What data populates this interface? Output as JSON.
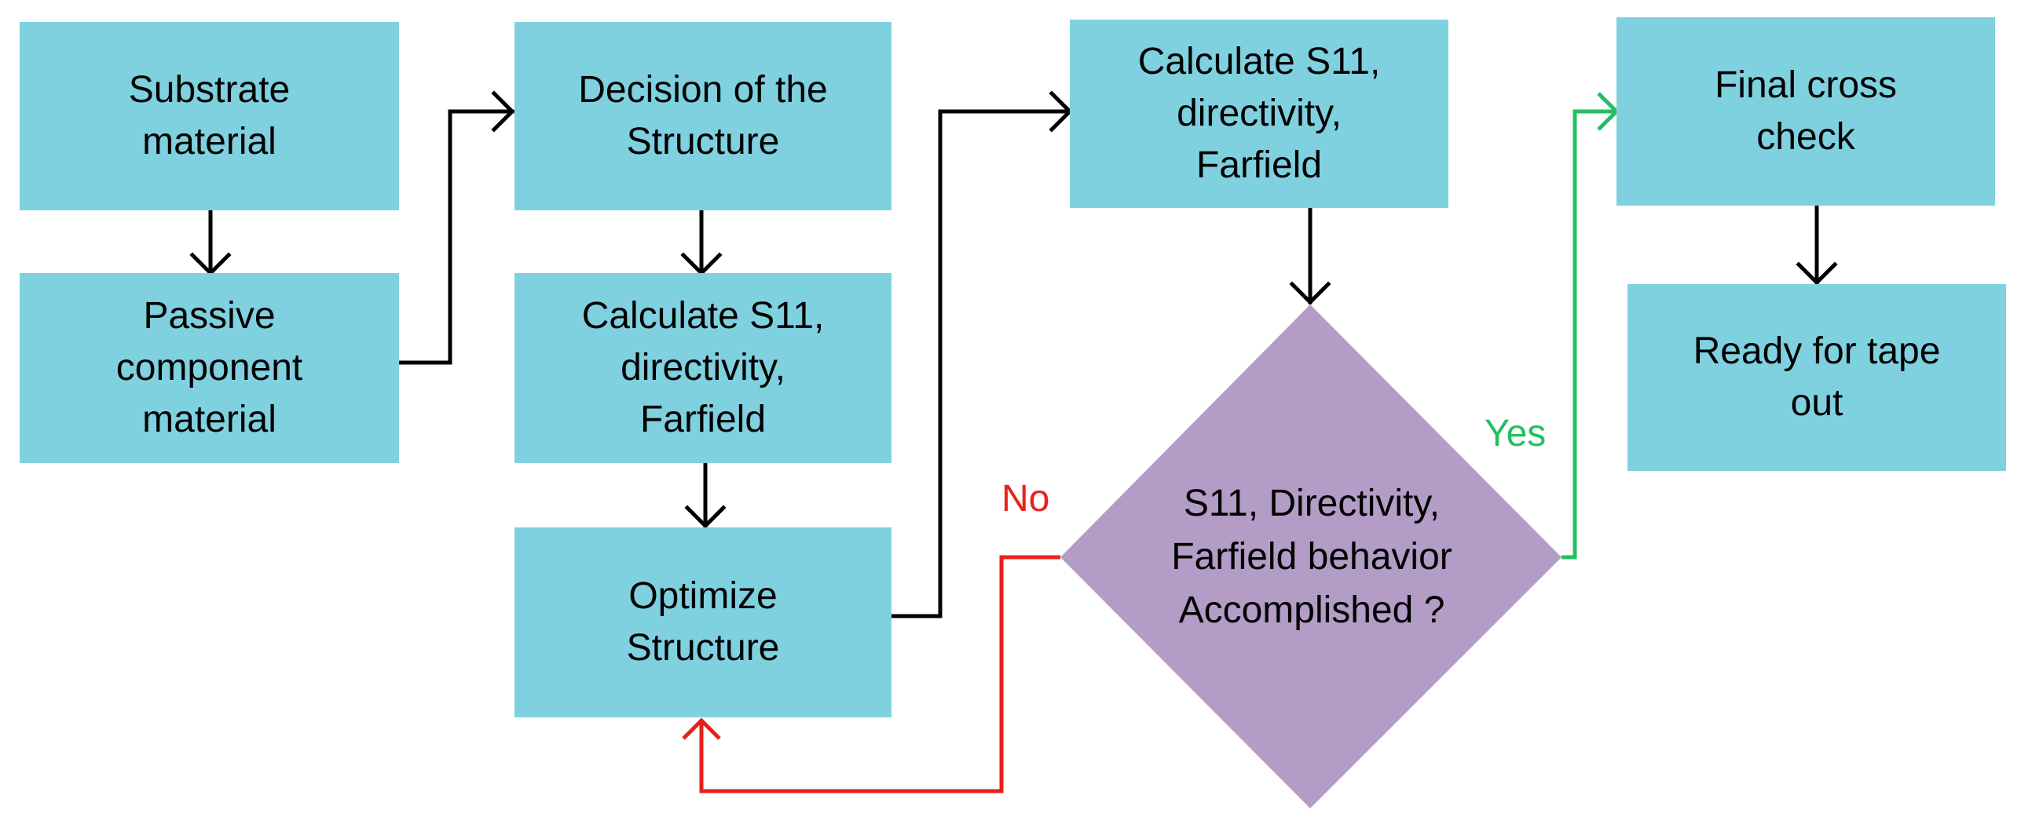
{
  "nodes": {
    "substrate": "Substrate\nmaterial",
    "passive": "Passive\ncomponent\nmaterial",
    "decision": "Decision of the\nStructure",
    "calc_left": "Calculate S11,\ndirectivity,\nFarfield",
    "optimize": "Optimize\nStructure",
    "calc_top": "Calculate S11,\ndirectivity,\nFarfield",
    "condition": "S11, Directivity,\nFarfield behavior\nAccomplished ?",
    "final_check": "Final cross\ncheck",
    "ready": "Ready for tape\nout"
  },
  "edge_labels": {
    "no": "No",
    "yes": "Yes"
  },
  "colors": {
    "box_fill": "#7fd1e0",
    "diamond_fill": "#b39cc6",
    "arrow_default": "#000000",
    "arrow_no": "#e8201a",
    "arrow_yes": "#22c060"
  }
}
